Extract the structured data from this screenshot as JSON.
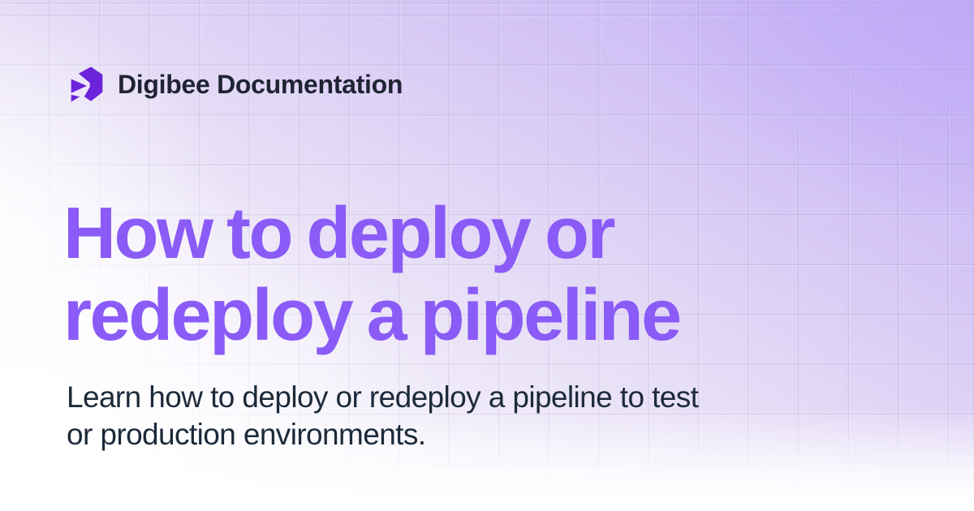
{
  "brand": {
    "logo_icon": "digibee-hexagon-arrow-icon",
    "name": "Digibee Documentation"
  },
  "title": "How to deploy or\nredeploy a pipeline",
  "subtitle": "Learn how to deploy or redeploy a pipeline to test\nor production environments.",
  "colors": {
    "title_purple": "#8A5BF6",
    "logo_purple": "#6D22DB",
    "heading_text_dark": "#1F2433",
    "subtitle_text_dark": "#1C2A3A",
    "background_purple": "#C2AFF5",
    "background_white": "#FFFFFF",
    "grid_line": "#B9AEDA"
  }
}
